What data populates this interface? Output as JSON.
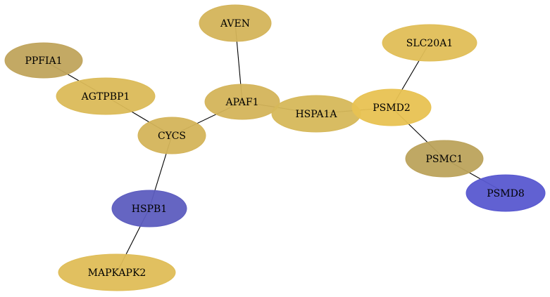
{
  "nodes": [
    {
      "id": "AVEN",
      "label": "AVEN",
      "color": "#d4b45a"
    },
    {
      "id": "PPFIA1",
      "label": "PPFIA1",
      "color": "#c0a45c"
    },
    {
      "id": "AGTPBP1",
      "label": "AGTPBP1",
      "color": "#dbbb58"
    },
    {
      "id": "APAF1",
      "label": "APAF1",
      "color": "#d4b45a"
    },
    {
      "id": "HSPA1A",
      "label": "HSPA1A",
      "color": "#d6b85a"
    },
    {
      "id": "SLC20A1",
      "label": "SLC20A1",
      "color": "#e0be57"
    },
    {
      "id": "PSMD2",
      "label": "PSMD2",
      "color": "#e8c252"
    },
    {
      "id": "CYCS",
      "label": "CYCS",
      "color": "#d4b45a"
    },
    {
      "id": "PSMC1",
      "label": "PSMC1",
      "color": "#bca35c"
    },
    {
      "id": "PSMD8",
      "label": "PSMD8",
      "color": "#5858d0"
    },
    {
      "id": "HSPB1",
      "label": "HSPB1",
      "color": "#5d5dbf"
    },
    {
      "id": "MAPKAPK2",
      "label": "MAPKAPK2",
      "color": "#dfbd57"
    }
  ],
  "edges": [
    [
      "AVEN",
      "APAF1"
    ],
    [
      "PPFIA1",
      "AGTPBP1"
    ],
    [
      "AGTPBP1",
      "CYCS"
    ],
    [
      "APAF1",
      "CYCS"
    ],
    [
      "APAF1",
      "HSPA1A"
    ],
    [
      "HSPA1A",
      "PSMD2"
    ],
    [
      "SLC20A1",
      "PSMD2"
    ],
    [
      "PSMD2",
      "PSMC1"
    ],
    [
      "PSMC1",
      "PSMD8"
    ],
    [
      "CYCS",
      "HSPB1"
    ],
    [
      "HSPB1",
      "MAPKAPK2"
    ]
  ]
}
